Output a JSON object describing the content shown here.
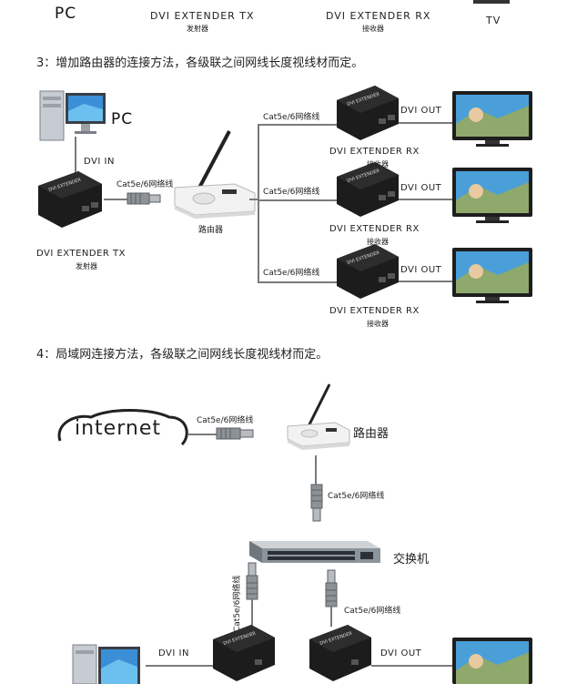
{
  "top_row": {
    "pc_label": "PC",
    "tx_label": "DVI EXTENDER TX",
    "tx_sub": "发射器",
    "rx_label": "DVI EXTENDER RX",
    "rx_sub": "接收器",
    "tv_label": "TV"
  },
  "section3": {
    "heading": "3：增加路由器的连接方法，各级联之间网线长度视线材而定。",
    "pc_label": "PC",
    "dvi_in": "DVI IN",
    "tx_label": "DVI EXTENDER TX",
    "tx_sub": "发射器",
    "cable_label": "Cat5e/6网络线",
    "router_sub": "路由器",
    "branches": [
      {
        "cable": "Cat5e/6网络线",
        "dvi_out": "DVI OUT",
        "rx_label": "DVI EXTENDER RX",
        "rx_sub": "接收器"
      },
      {
        "cable": "Cat5e/6网络线",
        "dvi_out": "DVI OUT",
        "rx_label": "DVI EXTENDER RX",
        "rx_sub": "接收器"
      },
      {
        "cable": "Cat5e/6网络线",
        "dvi_out": "DVI OUT",
        "rx_label": "DVI EXTENDER RX",
        "rx_sub": "接收器"
      }
    ]
  },
  "section4": {
    "heading": "4：局域网连接方法，各级联之间网线长度视线材而定。",
    "internet_label": "internet",
    "cable_internet": "Cat5e/6网络线",
    "router_label": "路由器",
    "cable_router_switch": "Cat5e/6网络线",
    "switch_label": "交换机",
    "cable_left_vertical": "Cat5e/6网络线",
    "cable_right": "Cat5e/6网络线",
    "dvi_in": "DVI IN",
    "dvi_out": "DVI OUT"
  },
  "colors": {
    "line": "#7a7a7a",
    "device": "#1c1c1c",
    "router_body": "#f2f2f2",
    "screen_sky": "#4a9fd8"
  }
}
